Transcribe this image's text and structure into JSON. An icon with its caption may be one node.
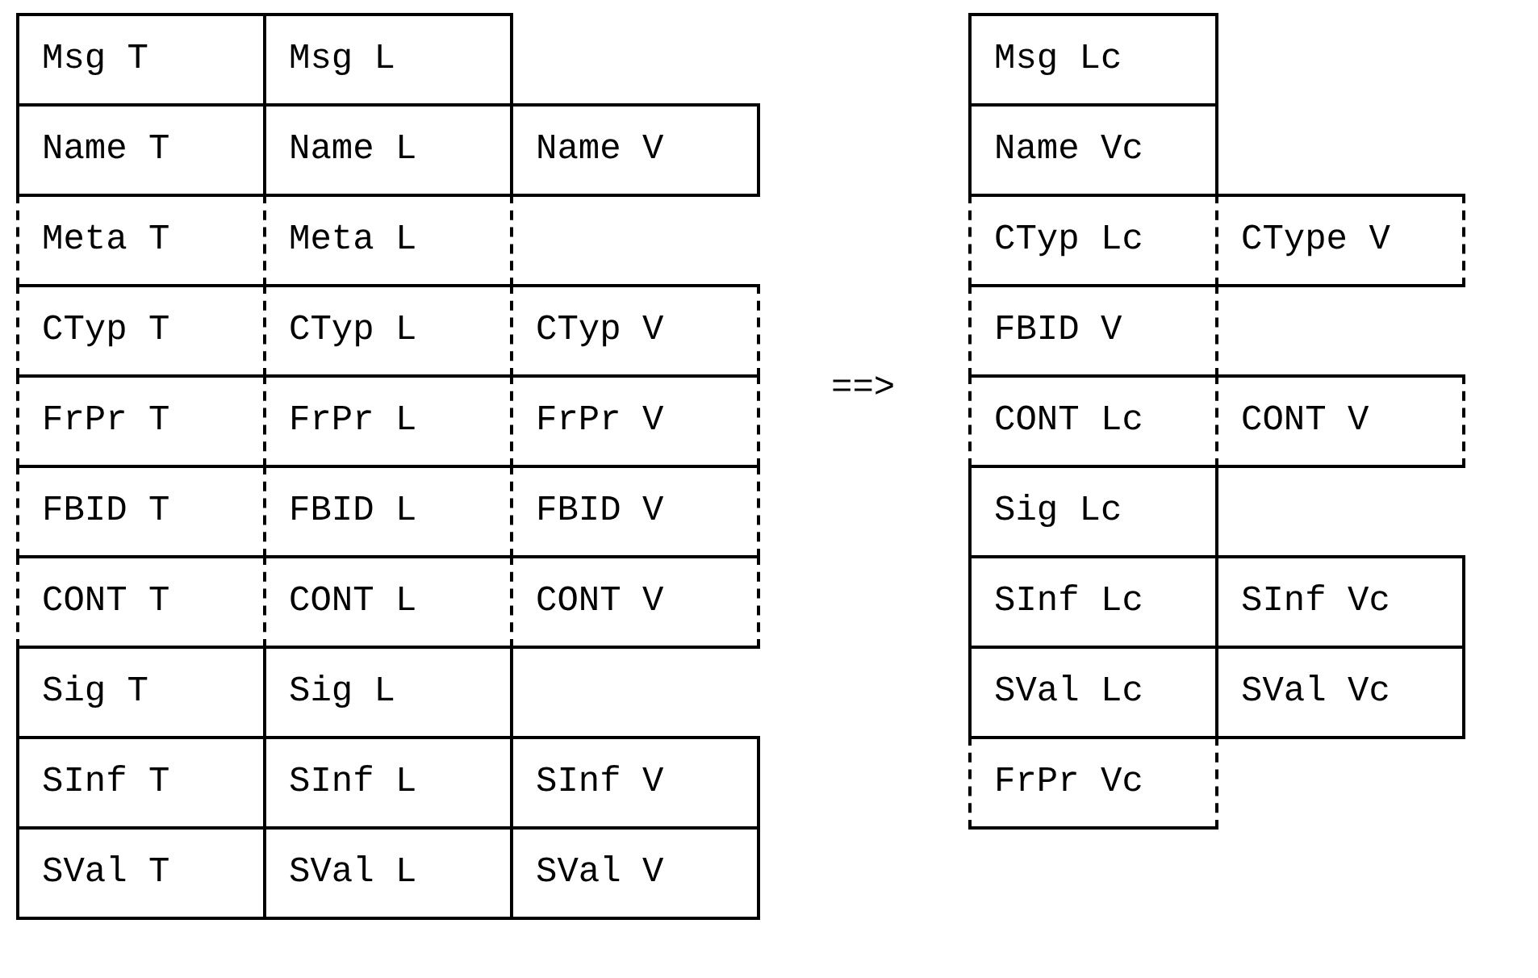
{
  "diagram": {
    "labels": [
      "Msg T",
      "Msg L",
      "Name T",
      "Name L",
      "Name V",
      "Meta T",
      "Meta L",
      "CTyp T",
      "CTyp L",
      "CTyp V",
      "FrPr T",
      "FrPr L",
      "FrPr V",
      "FBID T",
      "FBID L",
      "FBID V",
      "CONT T",
      "CONT L",
      "CONT V",
      "Sig T",
      "Sig L",
      "SInf T",
      "SInf L",
      "SInf V",
      "SVal T",
      "SVal L",
      "SVal V",
      "==>",
      "Msg Lc",
      "Name Vc",
      "CTyp Lc",
      "CType V",
      "FBID V",
      "CONT Lc",
      "CONT V",
      "Sig Lc",
      "SInf Lc",
      "SInf Vc",
      "SVal Lc",
      "SVal Vc",
      "FrPr Vc"
    ]
  }
}
